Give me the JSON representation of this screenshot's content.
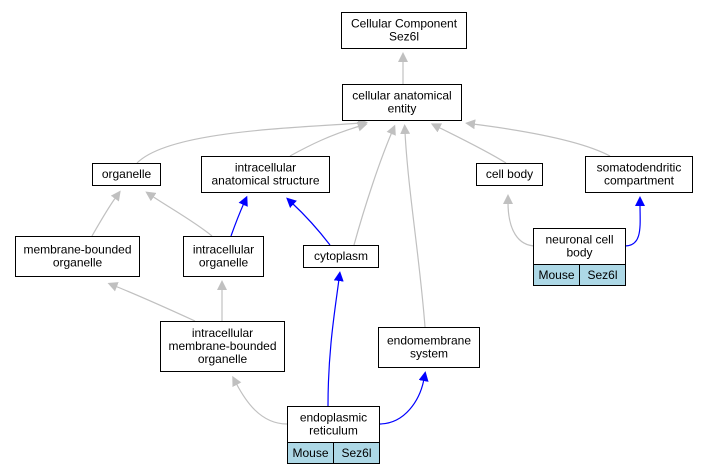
{
  "graph": {
    "nodes": {
      "cellular_component": {
        "lines": [
          "Cellular Component",
          "Sez6l"
        ]
      },
      "cellular_anatomical_entity": {
        "lines": [
          "cellular anatomical",
          "entity"
        ]
      },
      "organelle": {
        "lines": [
          "organelle"
        ]
      },
      "intracellular_anatomical_structure": {
        "lines": [
          "intracellular",
          "anatomical structure"
        ]
      },
      "cell_body": {
        "lines": [
          "cell body"
        ]
      },
      "somatodendritic_compartment": {
        "lines": [
          "somatodendritic",
          "compartment"
        ]
      },
      "membrane_bounded_organelle": {
        "lines": [
          "membrane-bounded",
          "organelle"
        ]
      },
      "intracellular_organelle": {
        "lines": [
          "intracellular",
          "organelle"
        ]
      },
      "cytoplasm": {
        "lines": [
          "cytoplasm"
        ]
      },
      "neuronal_cell_body": {
        "lines": [
          "neuronal cell",
          "body"
        ],
        "tags": [
          "Mouse",
          "Sez6l"
        ]
      },
      "intracellular_membrane_bounded_organelle": {
        "lines": [
          "intracellular",
          "membrane-bounded",
          "organelle"
        ]
      },
      "endomembrane_system": {
        "lines": [
          "endomembrane",
          "system"
        ]
      },
      "endoplasmic_reticulum": {
        "lines": [
          "endoplasmic",
          "reticulum"
        ],
        "tags": [
          "Mouse",
          "Sez6l"
        ]
      }
    },
    "edges": [
      {
        "from": "cellular_anatomical_entity",
        "to": "cellular_component",
        "color": "gray"
      },
      {
        "from": "organelle",
        "to": "cellular_anatomical_entity",
        "color": "gray"
      },
      {
        "from": "intracellular_anatomical_structure",
        "to": "cellular_anatomical_entity",
        "color": "gray"
      },
      {
        "from": "cytoplasm",
        "to": "cellular_anatomical_entity",
        "color": "gray"
      },
      {
        "from": "endomembrane_system",
        "to": "cellular_anatomical_entity",
        "color": "gray"
      },
      {
        "from": "cell_body",
        "to": "cellular_anatomical_entity",
        "color": "gray"
      },
      {
        "from": "somatodendritic_compartment",
        "to": "cellular_anatomical_entity",
        "color": "gray"
      },
      {
        "from": "membrane_bounded_organelle",
        "to": "organelle",
        "color": "gray"
      },
      {
        "from": "intracellular_organelle",
        "to": "organelle",
        "color": "gray"
      },
      {
        "from": "intracellular_organelle",
        "to": "intracellular_anatomical_structure",
        "color": "blue"
      },
      {
        "from": "cytoplasm",
        "to": "intracellular_anatomical_structure",
        "color": "blue"
      },
      {
        "from": "neuronal_cell_body",
        "to": "cell_body",
        "color": "gray"
      },
      {
        "from": "neuronal_cell_body",
        "to": "somatodendritic_compartment",
        "color": "blue"
      },
      {
        "from": "intracellular_membrane_bounded_organelle",
        "to": "membrane_bounded_organelle",
        "color": "gray"
      },
      {
        "from": "intracellular_membrane_bounded_organelle",
        "to": "intracellular_organelle",
        "color": "gray"
      },
      {
        "from": "endoplasmic_reticulum",
        "to": "intracellular_membrane_bounded_organelle",
        "color": "gray"
      },
      {
        "from": "endoplasmic_reticulum",
        "to": "cytoplasm",
        "color": "blue"
      },
      {
        "from": "endoplasmic_reticulum",
        "to": "endomembrane_system",
        "color": "blue"
      }
    ],
    "colors": {
      "gray": "#c0c0c0",
      "blue": "#0000ff",
      "tag_fill": "#add8e6"
    }
  }
}
